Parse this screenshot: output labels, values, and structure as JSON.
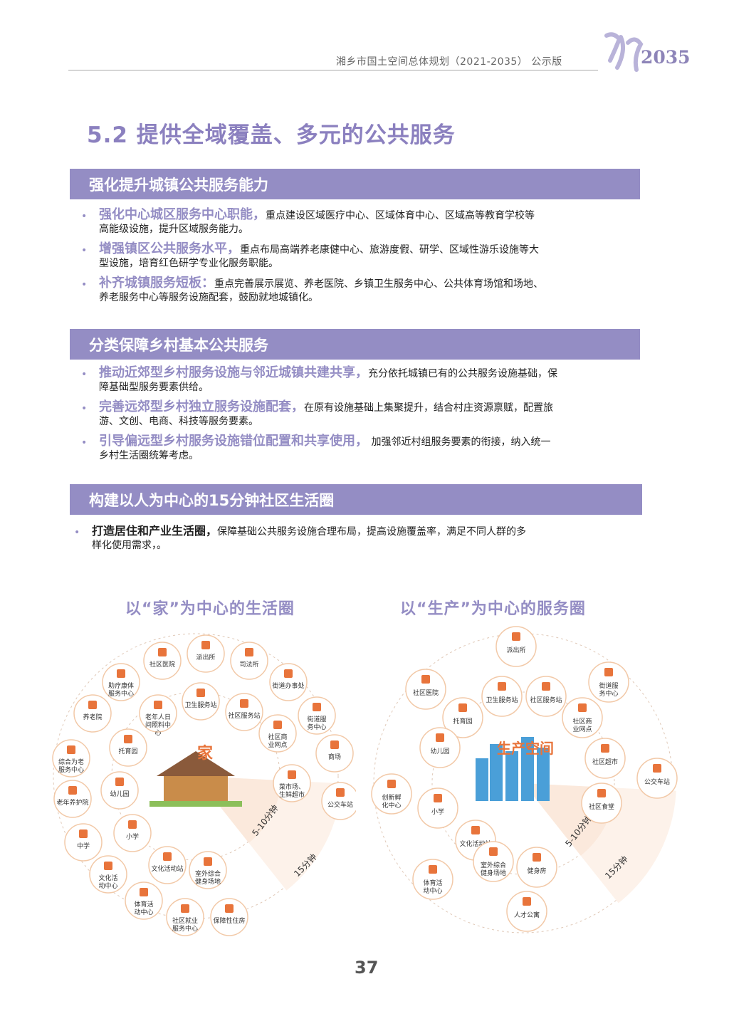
{
  "header": {
    "text": "湘乡市国土空间总体规划（2021-2035） 公示版",
    "logo_year": "2035",
    "logo_calligraphy": "湘乡"
  },
  "section_title": "5.2 提供全域覆盖、多元的公共服务",
  "sections": [
    {
      "heading": "强化提升城镇公共服务能力",
      "items": [
        {
          "lead": "强化中心城区服务中心职能，",
          "text": "重点建设区域医疗中心、区域体育中心、区域高等教育学校等",
          "text2": "高能级设施，提升区域服务能力。"
        },
        {
          "lead": "增强镇区公共服务水平，",
          "text": "重点布局高端养老康健中心、旅游度假、研学、区域性游乐设施等大",
          "text2": "型设施，培育红色研学专业化服务职能。"
        },
        {
          "lead": "补齐城镇服务短板：",
          "text": "重点完善展示展览、养老医院、乡镇卫生服务中心、公共体育场馆和场地、",
          "text2": "养老服务中心等服务设施配套，鼓励就地城镇化。"
        }
      ]
    },
    {
      "heading": "分类保障乡村基本公共服务",
      "items": [
        {
          "lead": "推动近郊型乡村服务设施与邻近城镇共建共享，",
          "text": "充分依托城镇已有的公共服务设施基础，保",
          "text2": "障基础型服务要素供给。"
        },
        {
          "lead": "完善远郊型乡村独立服务设施配套，",
          "text": "在原有设施基础上集聚提升，结合村庄资源禀赋，配置旅",
          "text2": "游、文创、电商、科技等服务要素。"
        },
        {
          "lead": "引导偏远型乡村服务设施错位配置和共享使用，",
          "text": " 加强邻近村组服务要素的衔接，纳入统一",
          "text2": "乡村生活圈统筹考虑。"
        }
      ]
    },
    {
      "heading": "构建以人为中心的15分钟社区生活圈",
      "items": [
        {
          "lead": "打造居住和产业生活圈，",
          "text": "保障基础公共服务设施合理布局，提高设施覆盖率，满足不同人群的多",
          "text2": "样化使用需求，。"
        }
      ]
    }
  ],
  "diagram_left": {
    "title": "以“家”为中心的生活圈",
    "center_label": "家",
    "ring_inner": "5-10分钟",
    "ring_outer": "15分钟",
    "nodes": [
      "社区医院",
      "派出所",
      "司法所",
      "街道办事处",
      "助疗康体服务中心",
      "卫生服务站",
      "社区服务站",
      "街道服务中心",
      "养老院",
      "老年人日间照料中心",
      "社区商业网点",
      "商场",
      "托育园",
      "综合为老服务中心",
      "菜市场、生鲜超市",
      "幼儿园",
      "公交车站",
      "老年养护院",
      "小学",
      "中学",
      "文化活动站",
      "室外综合健身场地",
      "文化活动中心",
      "体育活动中心",
      "社区就业服务中心",
      "保障性住房"
    ]
  },
  "diagram_right": {
    "title": "以“生产”为中心的服务圈",
    "center_label": "生产空间",
    "ring_inner": "5-10分钟",
    "ring_outer": "15分钟",
    "nodes": [
      "派出所",
      "社区医院",
      "卫生服务站",
      "社区服务站",
      "街道服务中心",
      "托育园",
      "社区商业网点",
      "幼儿园",
      "社区超市",
      "公交车站",
      "创新孵化中心",
      "小学",
      "社区食堂",
      "文化活动站",
      "室外综合健身场地",
      "健身房",
      "体育活动中心",
      "人才公寓"
    ]
  },
  "page_number": "37",
  "colors": {
    "accent": "#948dc4",
    "node_border": "#f2c9a8",
    "node_icon": "#e8743b",
    "ring": "#fae6d8"
  }
}
